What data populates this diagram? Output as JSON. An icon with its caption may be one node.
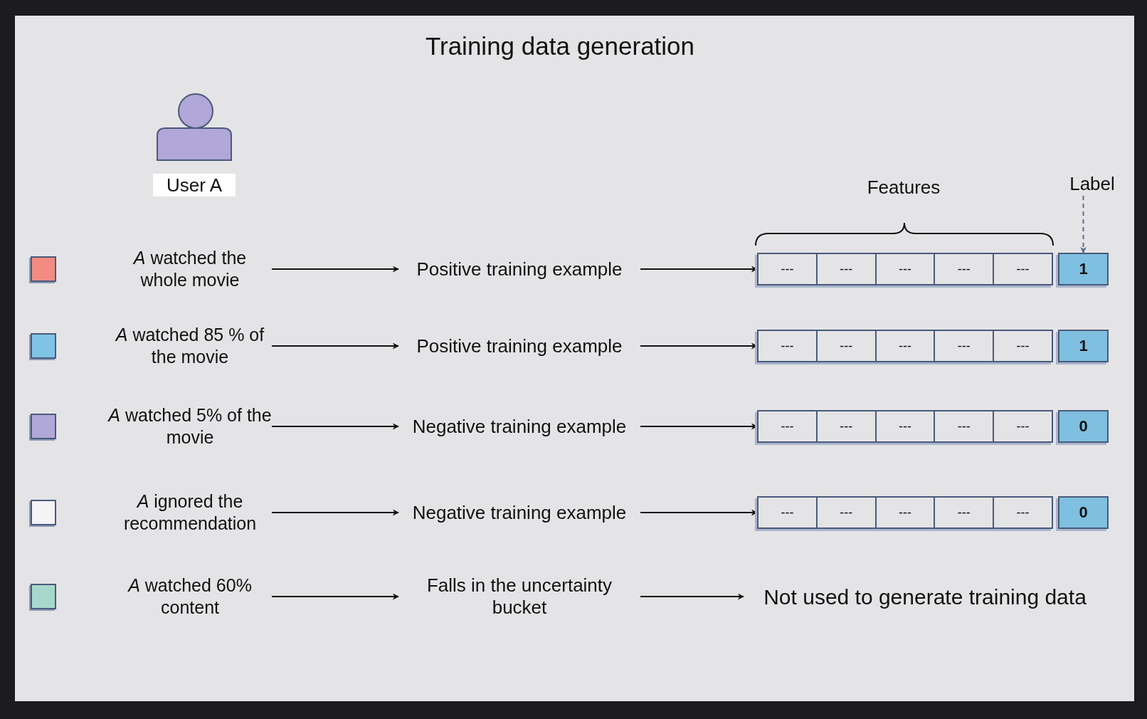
{
  "diagram": {
    "title": "Training data generation",
    "nodes": [
      {
        "text": [
          "User A"
        ]
      },
      {
        "text": [
          "Label"
        ]
      },
      {
        "text": [],
        "shape": "box"
      },
      {
        "text": [
          "*A* watched the whole movie"
        ]
      },
      {
        "text": [
          "Positive training example"
        ]
      },
      {
        "text": [],
        "shape": "bar"
      },
      {
        "text": [
          "---"
        ],
        "in": 5
      },
      {
        "text": [
          "---"
        ],
        "in": 5
      },
      {
        "text": [
          "---"
        ],
        "in": 5
      },
      {
        "text": [
          "---"
        ],
        "in": 5
      },
      {
        "text": [
          "---"
        ],
        "in": 5
      },
      {
        "text": [
          "1"
        ]
      },
      {
        "text": [],
        "shape": "box"
      },
      {
        "text": [
          "*A* watched 85 % of the movie"
        ]
      },
      {
        "text": [
          "Positive training example"
        ]
      },
      {
        "text": [],
        "shape": "bar"
      },
      {
        "text": [
          "---"
        ],
        "in": 15
      },
      {
        "text": [
          "---"
        ],
        "in": 15
      },
      {
        "text": [
          "---"
        ],
        "in": 15
      },
      {
        "text": [
          "---"
        ],
        "in": 15
      },
      {
        "text": [
          "---"
        ],
        "in": 15
      },
      {
        "text": [
          "1"
        ]
      },
      {
        "text": [],
        "shape": "box"
      },
      {
        "text": [
          "*A* watched 5% of the movie"
        ]
      },
      {
        "text": [
          "Negative training example"
        ]
      },
      {
        "text": [],
        "shape": "bar"
      },
      {
        "text": [
          "---"
        ],
        "in": 25
      },
      {
        "text": [
          "---"
        ],
        "in": 25
      },
      {
        "text": [
          "---"
        ],
        "in": 25
      },
      {
        "text": [
          "---"
        ],
        "in": 25
      },
      {
        "text": [
          "---"
        ],
        "in": 25
      },
      {
        "text": [
          "0"
        ]
      },
      {
        "text": [],
        "shape": "box"
      },
      {
        "text": [
          "*A* ignored the recommendation"
        ]
      },
      {
        "text": [
          "Negative training example"
        ]
      },
      {
        "text": [],
        "shape": "bar"
      },
      {
        "text": [
          "---"
        ],
        "in": 35
      },
      {
        "text": [
          "---"
        ],
        "in": 35
      },
      {
        "text": [
          "---"
        ],
        "in": 35
      },
      {
        "text": [
          "---"
        ],
        "in": 35
      },
      {
        "text": [
          "---"
        ],
        "in": 35
      },
      {
        "text": [
          "0"
        ]
      },
      {
        "text": [],
        "shape": "box"
      },
      {
        "text": [
          "*A* watched 60% content"
        ]
      },
      {
        "text": [
          "Falls in the uncertainty bucket"
        ]
      },
      {
        "text": [
          "Not used to generate training data"
        ]
      }
    ],
    "edges": [
      {
        "from": 1,
        "to": 11,
        "arrow": "to",
        "style": "dashed",
        "color": "#5b6d94"
      },
      {
        "from": 3,
        "to": 4,
        "arrow": "to"
      },
      {
        "from": 4,
        "to": 5,
        "arrow": "to"
      },
      {
        "from": 13,
        "to": 14,
        "arrow": "to"
      },
      {
        "from": 14,
        "to": 15,
        "arrow": "to"
      },
      {
        "from": 23,
        "to": 24,
        "arrow": "to"
      },
      {
        "from": 24,
        "to": 25,
        "arrow": "to"
      },
      {
        "from": 33,
        "to": 34,
        "arrow": "to"
      },
      {
        "from": 34,
        "to": 35,
        "arrow": "to"
      },
      {
        "from": 43,
        "to": 44,
        "arrow": "to"
      },
      {
        "from": 44,
        "to": 45,
        "arrow": "to"
      }
    ],
    "labels": [
      "Features"
    ]
  }
}
